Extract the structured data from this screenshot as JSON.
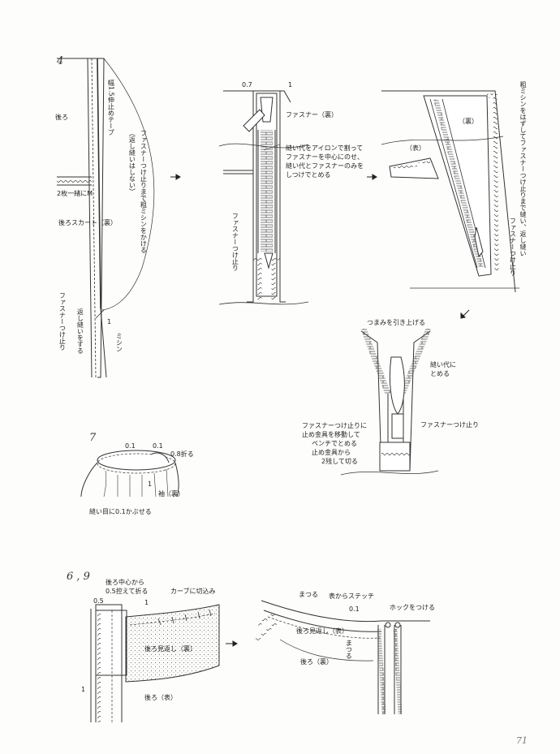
{
  "steps": {
    "step4": "4",
    "step7": "7",
    "step69": "6 , 9"
  },
  "fig4": {
    "back": "後ろ",
    "tape": "幅1.5伸止めテープ",
    "two_layers": "2枚一緒にM",
    "back_skirt_wrong": "後ろスカート（裏）",
    "zip_end": "ファスナーつけ止り",
    "backstitch": "返し縫いをする",
    "one": "1",
    "machine": "ミシン",
    "long_stitch": "ファスナーつけ止りまで粗ミシンをかける",
    "no_backstitch": "（返し縫いはしない）"
  },
  "fig5": {
    "dim_07": "0.7",
    "dim_1": "1",
    "zip_wrong": "ファスナー（裏）",
    "note_line1": "縫い代をアイロンで割って",
    "note_line2": "ファスナーを中心にのせ、",
    "note_line3": "縫い代とファスナーのみを",
    "note_line4": "しつけでとめる",
    "zip_end": "ファスナーつけ止り"
  },
  "fig6": {
    "wrong": "（裏）",
    "right": "（表）",
    "note": "粗ミシンをはずしてファスナーつけ止りまで縫い、返し縫い",
    "zip_end": "ファスナーつけ止り"
  },
  "fig8": {
    "pull_up": "つまみを引き上げる",
    "stop_allowance": "縫い代に",
    "stop_allowance2": "とめる",
    "zip_end": "ファスナーつけ止り",
    "stopper1": "ファスナーつけ止りに",
    "stopper2": "止め金具を移動して",
    "stopper3": "ペンチでとめる",
    "stopper4": "止め金具から",
    "stopper5": "2残して切る"
  },
  "fig7": {
    "d01a": "0.1",
    "d01b": "0.1",
    "fold08": "0.8折る",
    "one": "1",
    "sleeve_wrong": "袖（裏）",
    "cover": "縫い目に0.1かぶせる"
  },
  "fig69a": {
    "fold_line1": "後ろ中心から",
    "fold_line2": "0.5控えて折る",
    "notch": "カーブに切込み",
    "d05": "0.5",
    "one_a": "1",
    "one_b": "1",
    "facing_wrong": "後ろ見返し（裏）",
    "back_right": "後ろ（表）"
  },
  "fig69b": {
    "slip1": "まつる",
    "stitch": "表からステッチ",
    "d01": "0.1",
    "hook": "ホックをつける",
    "facing_right": "後ろ見返し（表）",
    "slip2": "まつる",
    "back_wrong": "後ろ（裏）"
  },
  "page_number": "71"
}
